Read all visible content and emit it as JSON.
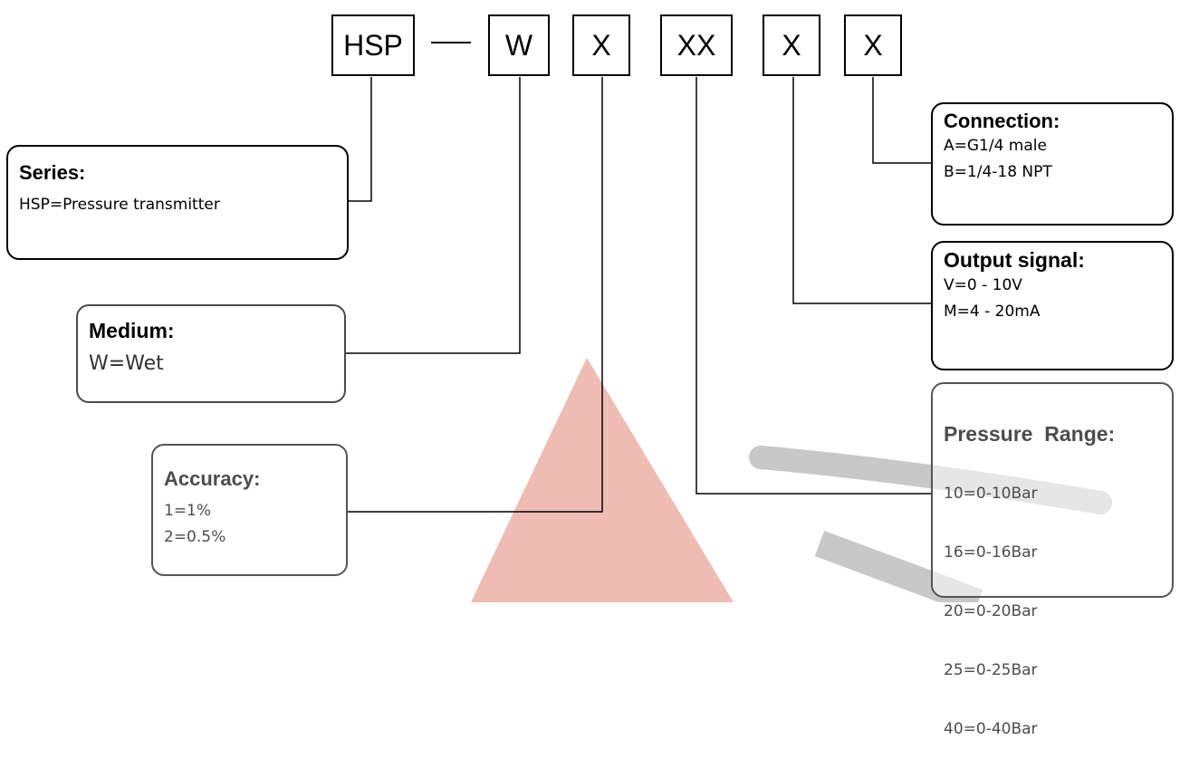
{
  "code": {
    "parts": [
      "HSP",
      "—",
      "W",
      "X",
      "XX",
      "X",
      "X"
    ]
  },
  "boxes": {
    "series": {
      "title": "Series:",
      "items": [
        "HSP=Pressure transmitter"
      ]
    },
    "medium": {
      "title": "Medium:",
      "items": [
        "W=Wet"
      ]
    },
    "accuracy": {
      "title": "Accuracy:",
      "items": [
        "1=1%",
        "2=0.5%"
      ]
    },
    "connection": {
      "title": "Connection:",
      "items": [
        "A=G1/4 male",
        "B=1/4-18 NPT"
      ]
    },
    "output": {
      "title": "Output signal:",
      "items": [
        "V=0 - 10V",
        "M=4 - 20mA"
      ]
    },
    "pressure": {
      "title": "Pressure  Range:",
      "items": [
        "10=0-10Bar",
        "16=0-16Bar",
        "20=0-20Bar",
        "25=0-25Bar",
        "40=0-40Bar"
      ]
    }
  },
  "colors": {
    "watermark_red": "#e8a59a",
    "watermark_grey": "#b5b5b5",
    "line": "#000000"
  }
}
